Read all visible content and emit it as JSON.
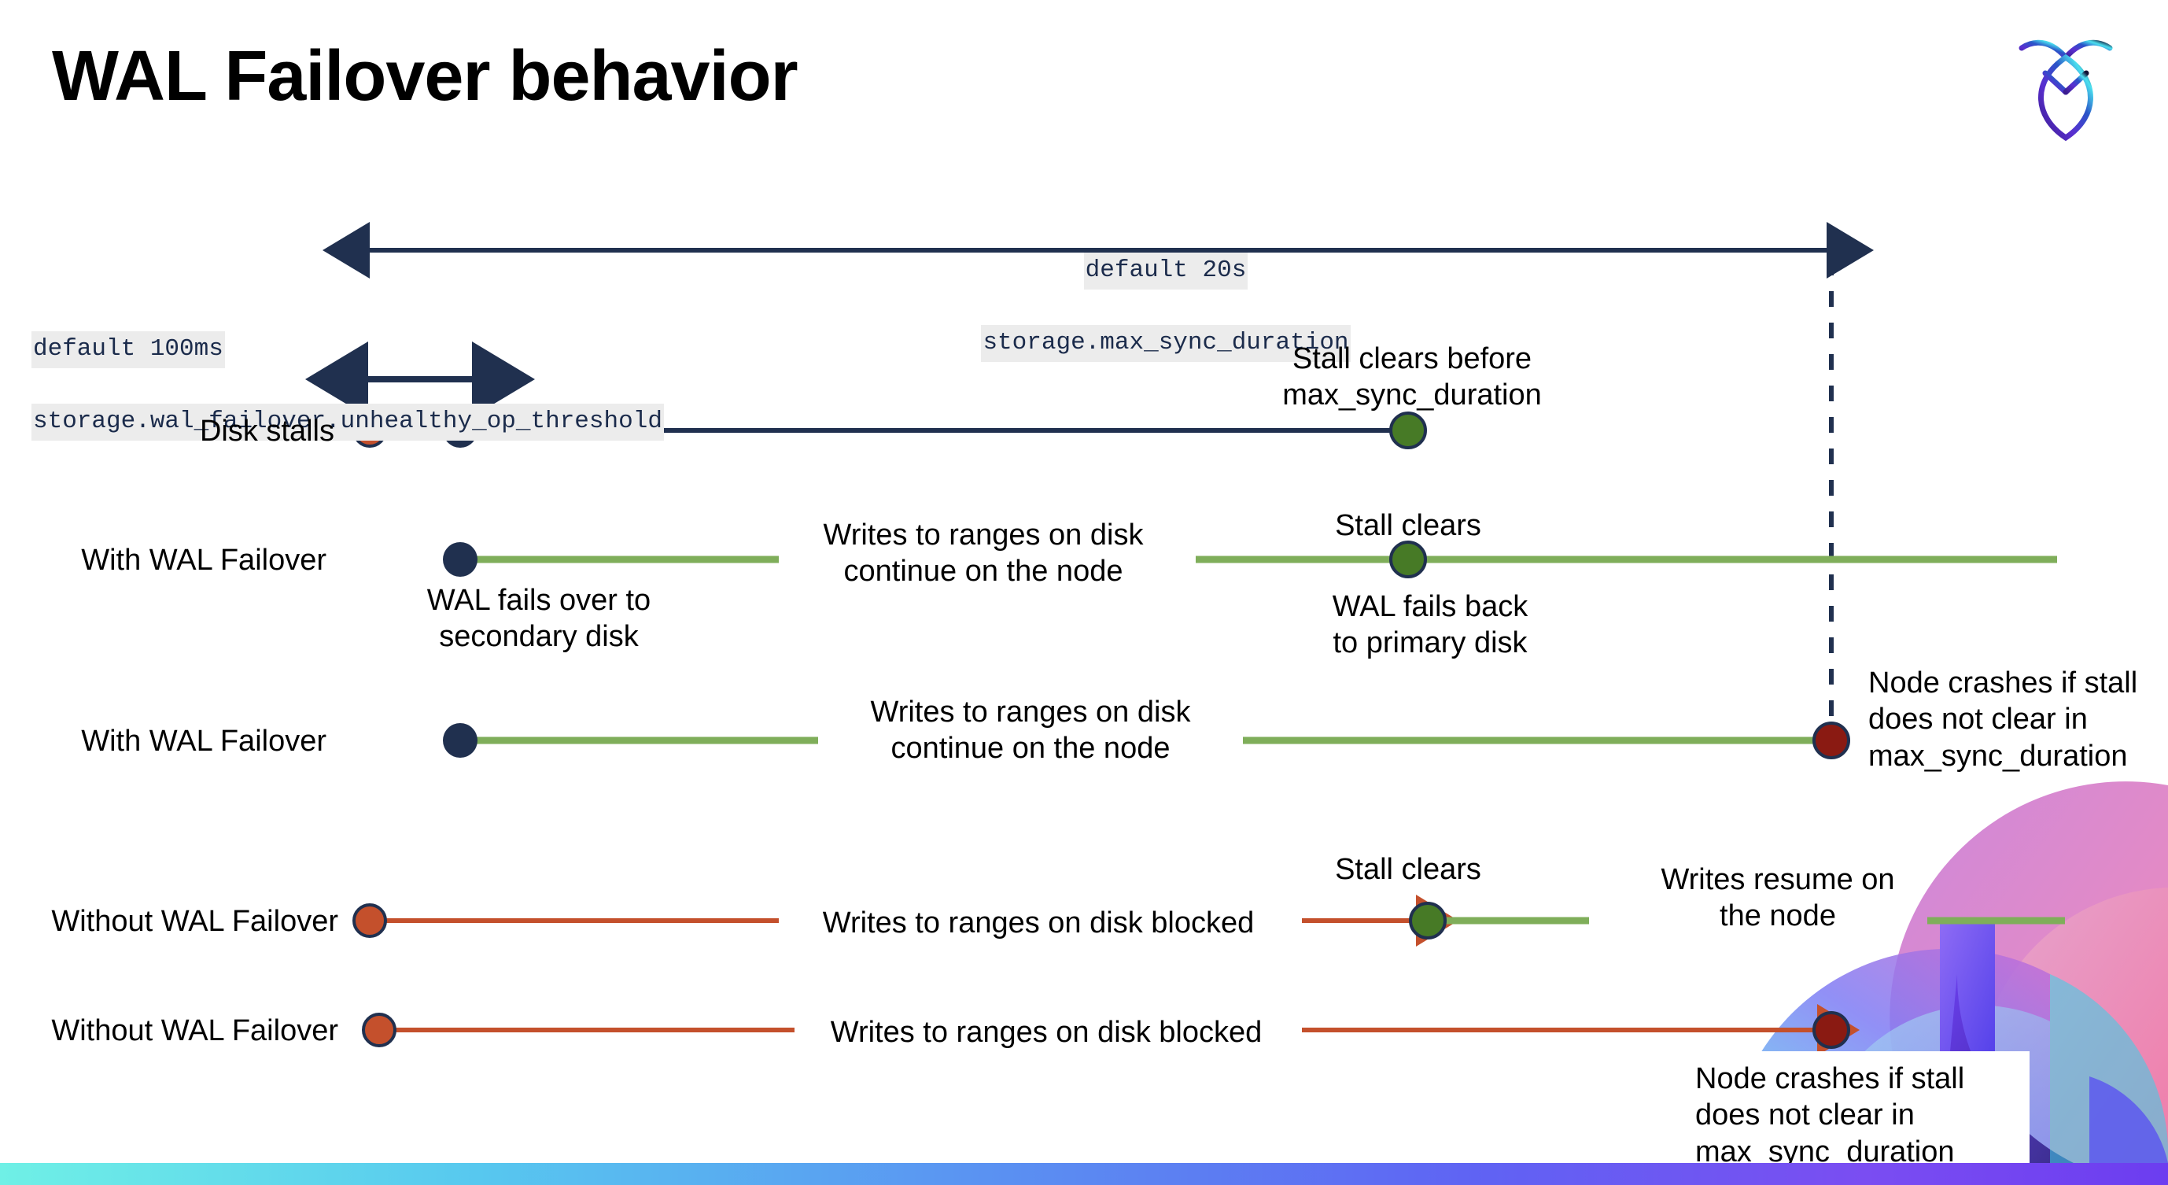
{
  "slide": {
    "title": "WAL Failover behavior",
    "logo_name": "cockroachdb-logo"
  },
  "settings": {
    "max_sync_duration": {
      "default_line": "default 20s",
      "name_line": "storage.max_sync_duration"
    },
    "unhealthy_op_threshold": {
      "default_line": "default 100ms",
      "name_line": "storage.wal_failover.unhealthy_op_threshold"
    }
  },
  "rows": [
    {
      "id": "disk-stalls",
      "label": "Disk stalls",
      "annotations": [
        "Stall clears before\nmax_sync_duration"
      ]
    },
    {
      "id": "with-wal-failover-clears",
      "label": "With WAL Failover",
      "annotations": [
        "WAL fails over to\nsecondary disk",
        "Writes to ranges on disk\ncontinue on the node",
        "Stall clears",
        "WAL fails  back\nto primary disk"
      ]
    },
    {
      "id": "with-wal-failover-crash",
      "label": "With WAL Failover",
      "annotations": [
        "Writes to ranges on disk\ncontinue on the node",
        "Node crashes if stall\ndoes not clear in\nmax_sync_duration"
      ]
    },
    {
      "id": "without-wal-failover-clears",
      "label": "Without WAL Failover",
      "annotations": [
        "Writes to ranges on disk  blocked",
        "Stall clears",
        "Writes resume on\nthe node"
      ]
    },
    {
      "id": "without-wal-failover-crash",
      "label": "Without WAL Failover",
      "annotations": [
        "Writes to ranges on disk  blocked",
        "Node crashes if stall\ndoes not clear in\nmax_sync_duration"
      ]
    }
  ],
  "colors": {
    "navy": "#20304f",
    "orange": "#c4502c",
    "green_line": "#7fae5a",
    "green_dot": "#477a26",
    "red_dot": "#8a1a12",
    "tag_bg": "#ececec",
    "bar_gradient_start": "#6ff0e6",
    "bar_gradient_end": "#6c3df0"
  }
}
